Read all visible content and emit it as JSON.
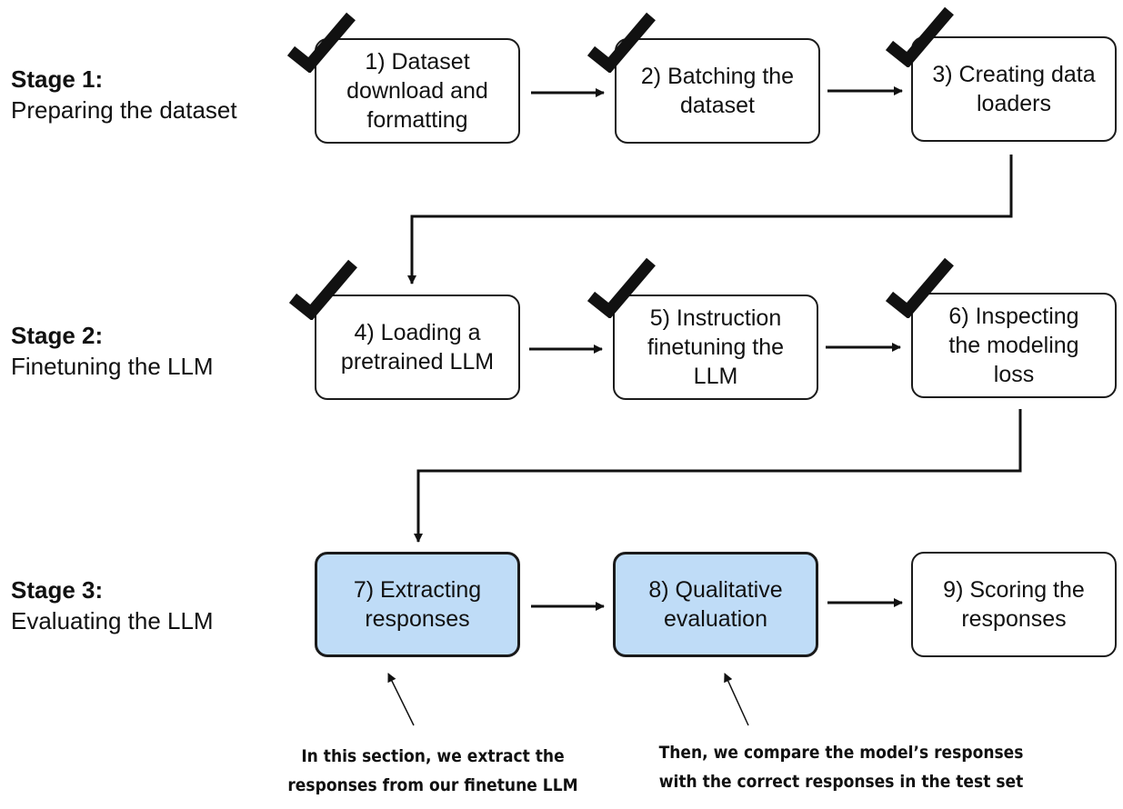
{
  "stages": [
    {
      "name": "Stage 1:",
      "desc": "Preparing the dataset"
    },
    {
      "name": "Stage 2:",
      "desc": "Finetuning the LLM"
    },
    {
      "name": "Stage 3:",
      "desc": "Evaluating the LLM"
    }
  ],
  "steps": [
    {
      "label": "1) Dataset download and formatting",
      "done": true
    },
    {
      "label": "2) Batching the dataset",
      "done": true
    },
    {
      "label": "3) Creating data loaders",
      "done": true
    },
    {
      "label": "4) Loading a pretrained LLM",
      "done": true
    },
    {
      "label": "5) Instruction finetuning the LLM",
      "done": true
    },
    {
      "label": "6) Inspecting the modeling loss",
      "done": true
    },
    {
      "label": "7) Extracting responses",
      "done": false,
      "highlighted": true
    },
    {
      "label": "8) Qualitative evaluation",
      "done": false,
      "highlighted": true
    },
    {
      "label": "9) Scoring the responses",
      "done": false
    }
  ],
  "notes": [
    {
      "line1": "In this section, we extract the",
      "line2": "responses from our finetune LLM"
    },
    {
      "line1": "Then, we compare the model’s responses",
      "line2": "with the correct responses in the test set"
    }
  ],
  "colors": {
    "highlight": "#bfdcf7",
    "stroke": "#1a1a1a"
  }
}
